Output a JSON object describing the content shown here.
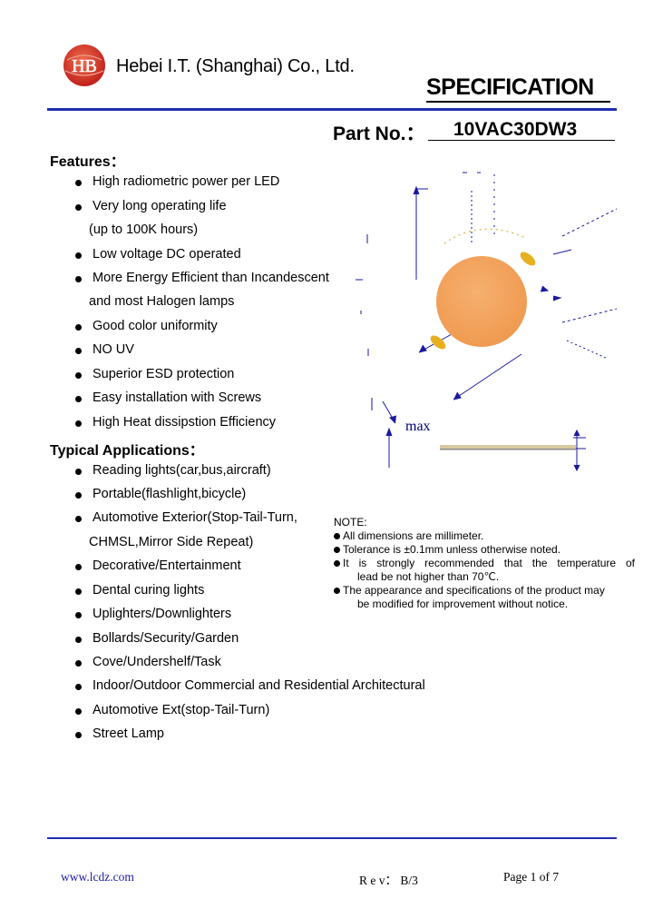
{
  "header": {
    "logo_text": "HB",
    "company": "Hebei I.T. (Shanghai) Co., Ltd.",
    "spec_title": "SPECIFICATION",
    "part_no_label": "Part No.：",
    "part_no_value": "10VAC30DW3"
  },
  "features": {
    "heading": "Features：",
    "items": [
      "High radiometric power per LED",
      "Very long operating life",
      "(up to 100K hours)",
      "Low voltage DC operated",
      "More Energy Efficient than Incandescent",
      "and most Halogen lamps",
      "Good color uniformity",
      "NO UV",
      "Superior ESD protection",
      "Easy installation with Screws",
      "High Heat dissipstion Efficiency"
    ]
  },
  "applications": {
    "heading": "Typical Applications：",
    "items": [
      "Reading lights(car,bus,aircraft)",
      "Portable(flashlight,bicycle)",
      "Automotive Exterior(Stop-Tail-Turn,",
      "CHMSL,Mirror Side Repeat)",
      "Decorative/Entertainment",
      "Dental curing lights",
      "Uplighters/Downlighters",
      "Bollards/Security/Garden",
      "Cove/Undershelf/Task",
      "Indoor/Outdoor Commercial and Residential Architectural",
      "Automotive Ext(stop-Tail-Turn)",
      "Street Lamp"
    ]
  },
  "drawing": {
    "max_label": "max",
    "colors": {
      "led": "#f4a35a",
      "pad": "#e8b020",
      "dim_lines": "#1a1aa0"
    }
  },
  "notes": {
    "heading": "NOTE:",
    "item1": "All dimensions are millimeter.",
    "item2": "Tolerance is ±0.1mm unless otherwise noted.",
    "item3_line1": "It is strongly recommended that the temperature of",
    "item3_line2": "lead be not higher than 70℃.",
    "item4_line1": "The appearance and specifications of the product may",
    "item4_line2": "be modified for improvement without notice."
  },
  "footer": {
    "url": "www.lcdz.com",
    "rev": "R e v： B/3",
    "page": "Page 1 of 7"
  }
}
